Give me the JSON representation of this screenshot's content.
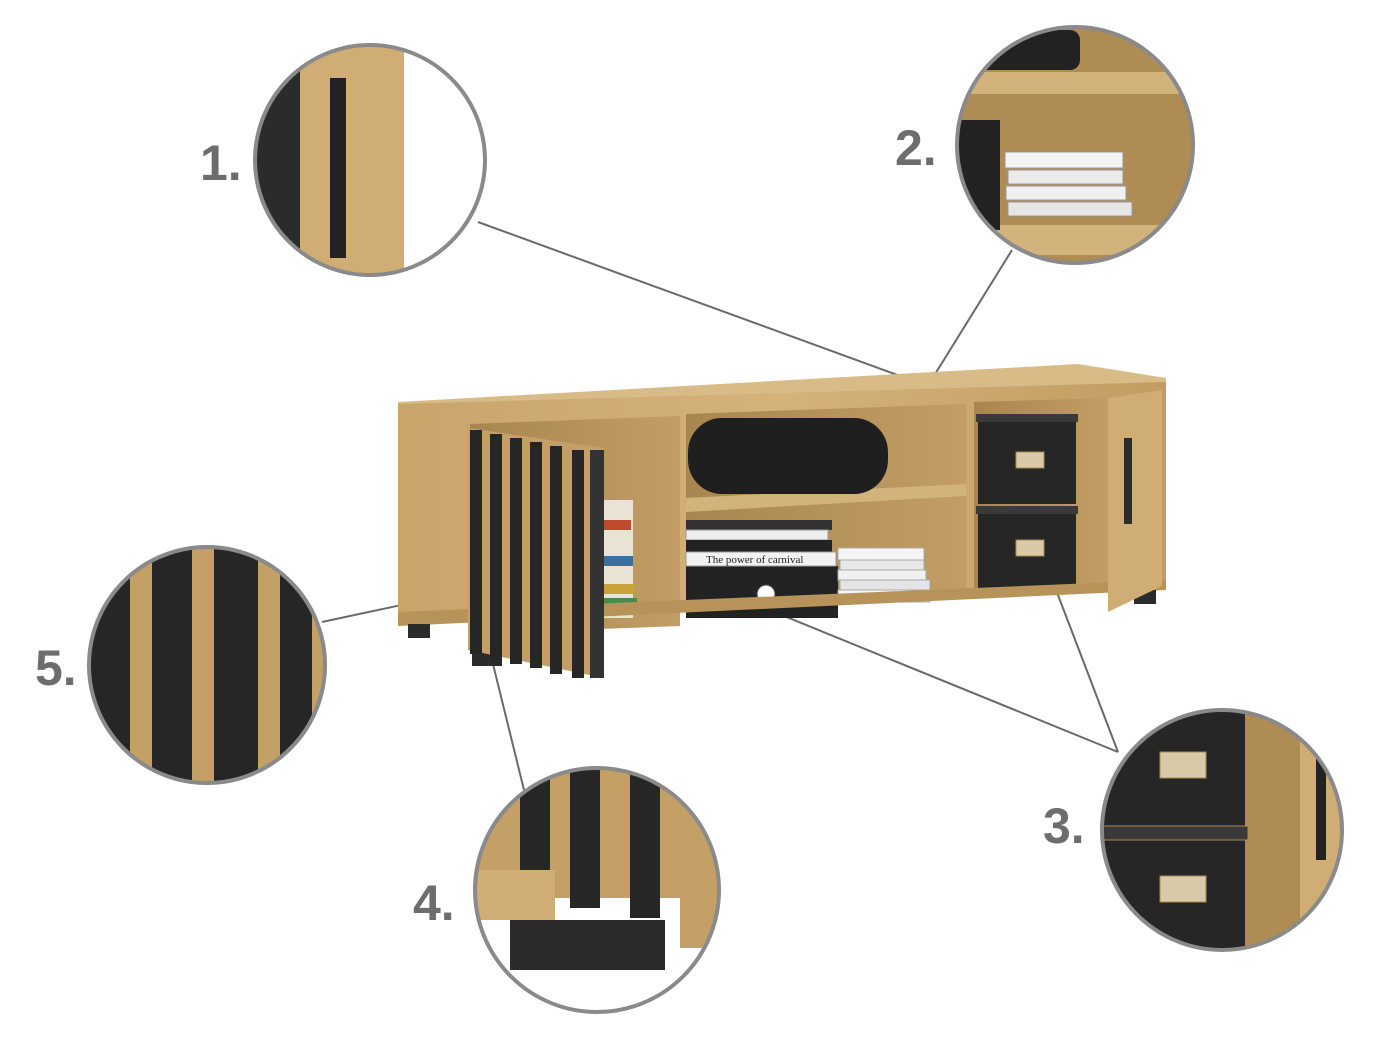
{
  "callouts": [
    {
      "label": "1.",
      "feature": "door-handle"
    },
    {
      "label": "2.",
      "feature": "open-shelf"
    },
    {
      "label": "3.",
      "feature": "storage-boxes"
    },
    {
      "label": "4.",
      "feature": "foot"
    },
    {
      "label": "5.",
      "feature": "slatted-panel"
    }
  ],
  "book_spine": "The power of carnival",
  "colors": {
    "oak": "#c8a46a",
    "oak_dark": "#a7834c",
    "black": "#2a2a2a",
    "label": "#6d6d6d"
  }
}
